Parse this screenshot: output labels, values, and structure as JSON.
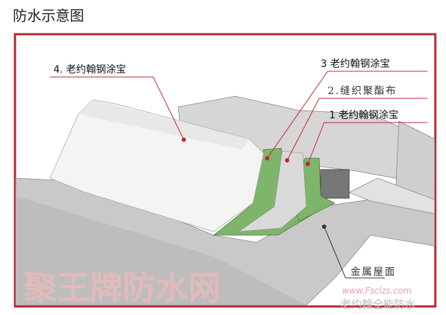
{
  "title": "防水示意图",
  "labels": {
    "layer4": "4. 老约翰钢涂宝",
    "layer3": "3 老约翰钢涂宝",
    "layer2": "2.缝织聚酯布",
    "layer1": "1 老约翰钢涂宝",
    "roof": "金属屋面"
  },
  "watermark": {
    "brand": "聚王牌防水网",
    "url": "www.Fsclzs.com",
    "account": "老约翰全能防水"
  },
  "colors": {
    "frame": "#b3252b",
    "green": "#7fb56a",
    "leader": "#c0262c",
    "metal": "#c9c9c9"
  }
}
